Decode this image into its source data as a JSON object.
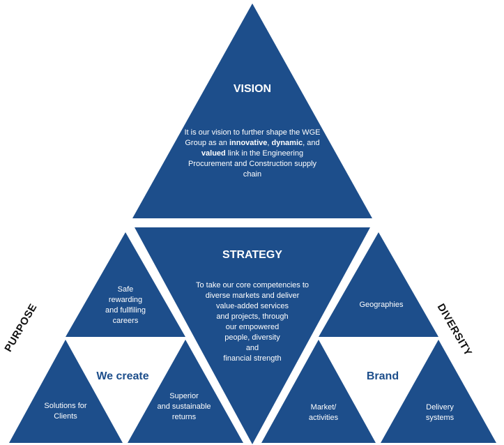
{
  "vision": {
    "title": "VISION",
    "text_1": "It is our vision to further shape the WGE Group as an ",
    "bold_innovative": "innovative",
    "text_2": ", ",
    "bold_dynamic": "dynamic",
    "text_3": ", and ",
    "bold_valued": "valued",
    "text_4": " link in the Engineering Procurement and Construction supply chain"
  },
  "strategy": {
    "title": "STRATEGY",
    "line_1": "To take our core competencies to",
    "line_2": "diverse markets and deliver",
    "line_3": "value-added services",
    "line_4": "and projects, through",
    "line_5": "our empowered",
    "line_6": "people, diversity",
    "line_7": "and",
    "line_8": "financial strength"
  },
  "purpose": {
    "side_label": "PURPOSE",
    "center": "We create",
    "top": [
      "Safe",
      "rewarding",
      "and fullfiling",
      "careers"
    ],
    "left": [
      "Solutions for",
      "Clients"
    ],
    "right": [
      "Superior",
      "and sustainable",
      "returns"
    ]
  },
  "diversity": {
    "side_label": "DIVERSITY",
    "center": "Brand",
    "top": [
      "Geographies"
    ],
    "left": [
      "Market/",
      "activities"
    ],
    "right": [
      "Delivery",
      "systems"
    ]
  },
  "colors": {
    "primary": "#1d4e8b"
  }
}
